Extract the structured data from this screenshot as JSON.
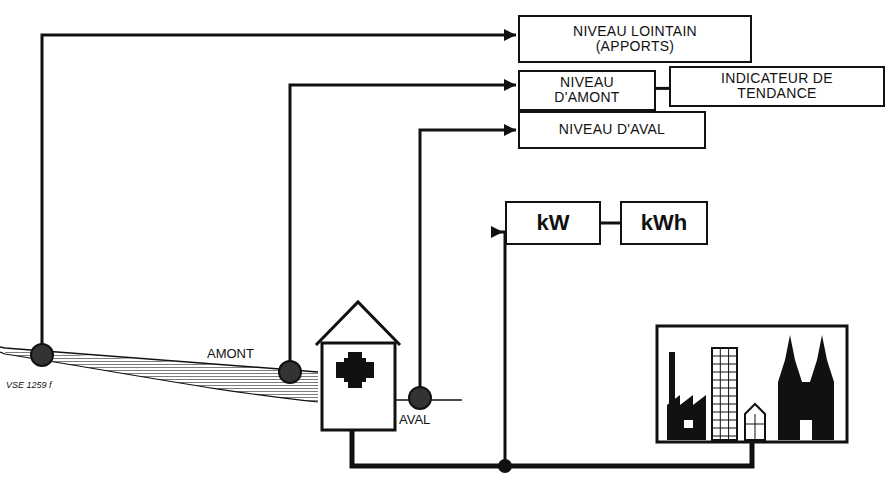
{
  "diagram": {
    "nodes": [
      {
        "text": [
          "NIVEAU LOINTAIN (APPORTS)"
        ]
      },
      {
        "text": [
          "NIVEAU D'AMONT"
        ]
      },
      {
        "text": [
          "INDICATEUR DE TENDANCE"
        ]
      },
      {
        "text": [
          "NIVEAU D'AVAL"
        ]
      },
      {
        "text": [
          "kW"
        ]
      },
      {
        "text": [
          "kWh"
        ]
      }
    ],
    "edges": [
      {
        "from": 1,
        "to": 2,
        "arrow": "none"
      },
      {
        "from": 4,
        "to": 5,
        "arrow": "none"
      }
    ],
    "labels": [
      "AMONT",
      "AVAL",
      "VSE 1259 f"
    ]
  }
}
